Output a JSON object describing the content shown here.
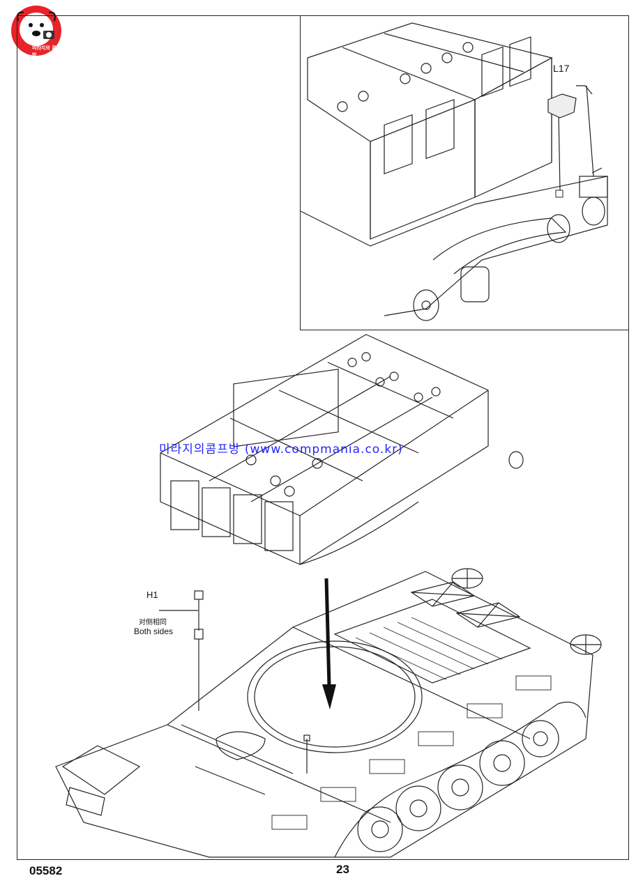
{
  "page": {
    "kit_number": "05582",
    "page_number": "23"
  },
  "callouts": {
    "part_l17": "L17",
    "part_h1": "H1",
    "note_chinese": "对侧相同",
    "note_english": "Both sides"
  },
  "watermark": {
    "text": "미라지의콤프방 (www.compmania.co.kr)",
    "color": "#2424ff"
  },
  "logo": {
    "text": "미라지의 콤프방",
    "icon": "cartoon-dog-camera-icon",
    "color": "#e8232a"
  }
}
